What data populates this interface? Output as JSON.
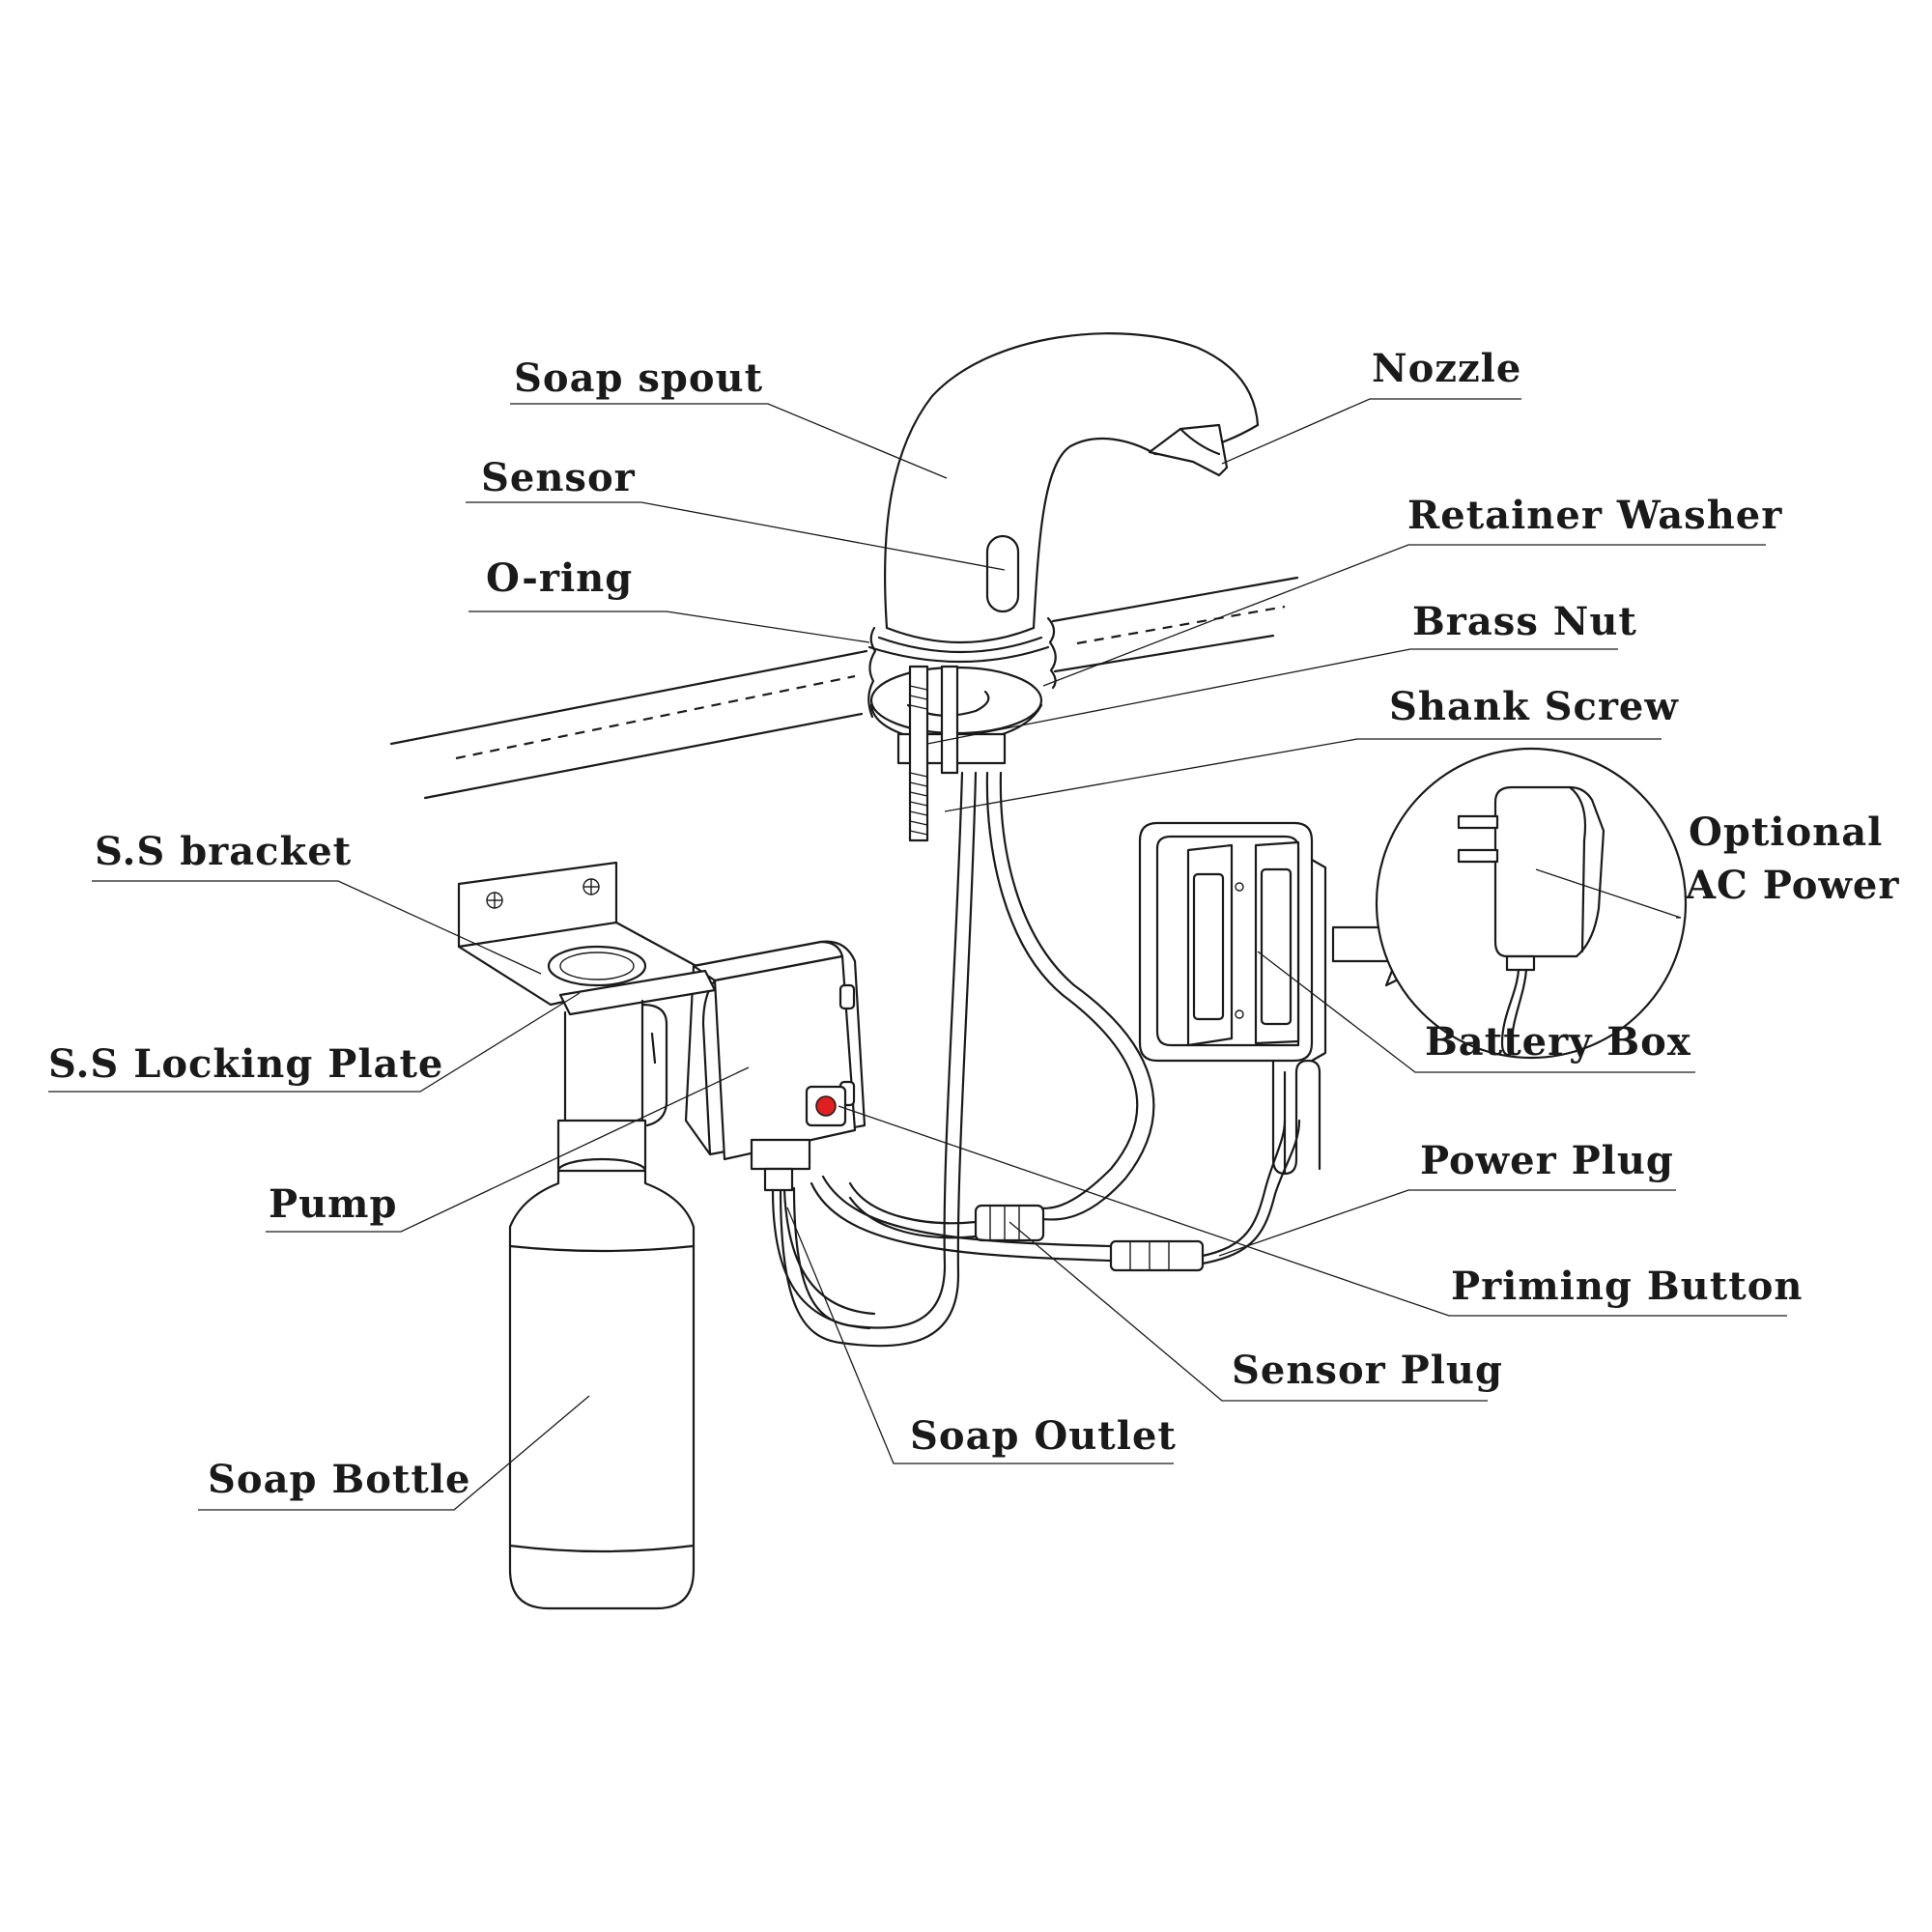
{
  "labels": {
    "soap_spout": "Soap spout",
    "sensor": "Sensor",
    "o_ring": "O-ring",
    "nozzle": "Nozzle",
    "retainer_washer": "Retainer Washer",
    "brass_nut": "Brass Nut",
    "shank_screw": "Shank Screw",
    "optional_ac_power_line1": "Optional",
    "optional_ac_power_line2": "AC Power",
    "ss_bracket": "S.S bracket",
    "ss_locking_plate": "S.S Locking Plate",
    "pump": "Pump",
    "battery_box": "Battery Box",
    "power_plug": "Power Plug",
    "priming_button": "Priming Button",
    "sensor_plug": "Sensor Plug",
    "soap_outlet": "Soap Outlet",
    "soap_bottle": "Soap Bottle"
  },
  "colors": {
    "line": "#1a1a1a",
    "priming_button": "#e02020"
  }
}
